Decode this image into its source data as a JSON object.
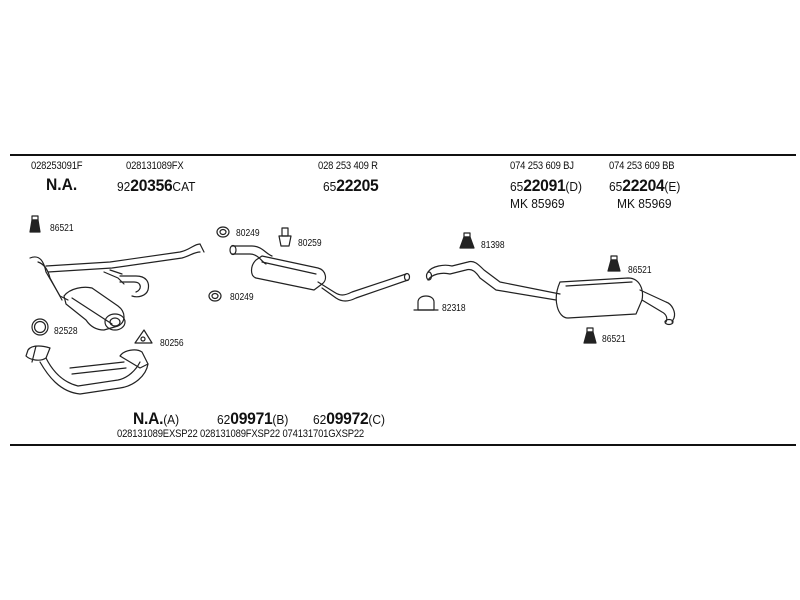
{
  "header_refs": {
    "ref1": "028253091F",
    "ref2": "028131089FX",
    "ref3": "028 253 409 R",
    "ref4": "074 253 609 BJ",
    "ref5": "074 253 609 BB"
  },
  "part_numbers": {
    "p1": "N.A.",
    "p2_prefix": "92",
    "p2_main": "20356",
    "p2_suffix": "CAT",
    "p3_prefix": "65",
    "p3_main": "22205",
    "p4_prefix": "65",
    "p4_main": "22091",
    "p4_suffix": "(D)",
    "p5_prefix": "65",
    "p5_main": "22204",
    "p5_suffix": "(E)",
    "mk1": "MK  85969",
    "mk2": "MK  85969"
  },
  "callouts": {
    "c86521_a": "86521",
    "c80249_a": "80249",
    "c80259": "80259",
    "c80249_b": "80249",
    "c82528": "82528",
    "c80256": "80256",
    "c81398": "81398",
    "c82318": "82318",
    "c86521_b": "86521",
    "c86521_c": "86521"
  },
  "footer": {
    "f1_main": "N.A.",
    "f1_suffix": "(A)",
    "f2_prefix": "62",
    "f2_main": "09971",
    "f2_suffix": "(B)",
    "f3_prefix": "62",
    "f3_main": "09972",
    "f3_suffix": "(C)",
    "refs": "028131089EXSP22 028131089FXSP22 074131701GXSP22"
  }
}
